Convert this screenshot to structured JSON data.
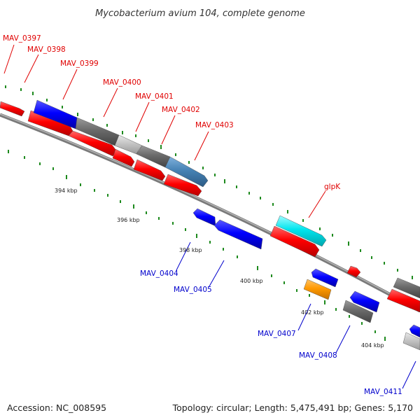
{
  "title": "Mycobacterium avium 104, complete genome",
  "footer": {
    "accession": "Accession: NC_008595",
    "topology": "Topology: circular; Length: 5,475,491 bp; Genes: 5,170"
  },
  "colors": {
    "forward_label": "#e00000",
    "reverse_label": "#0000cc",
    "backbone": "#8a8a8a",
    "tick": "#1e8a1e",
    "red": "#ff0000",
    "blue": "#0000ff",
    "dark_gray": "#6a6a6a",
    "light_gray": "#c4c4c4",
    "steel_blue": "#4682b4",
    "cyan": "#00e5ee",
    "orange": "#ff9900"
  },
  "forward_labels": [
    "MAV_0397",
    "MAV_0398",
    "MAV_0399",
    "MAV_0400",
    "MAV_0401",
    "MAV_0402",
    "MAV_0403",
    "glpK"
  ],
  "reverse_labels": [
    "MAV_0404",
    "MAV_0405",
    "MAV_0407",
    "MAV_0408",
    "MAV_0411"
  ],
  "scale_labels": [
    "394 kbp",
    "396 kbp",
    "398 kbp",
    "400 kbp",
    "402 kbp",
    "404 kbp"
  ]
}
